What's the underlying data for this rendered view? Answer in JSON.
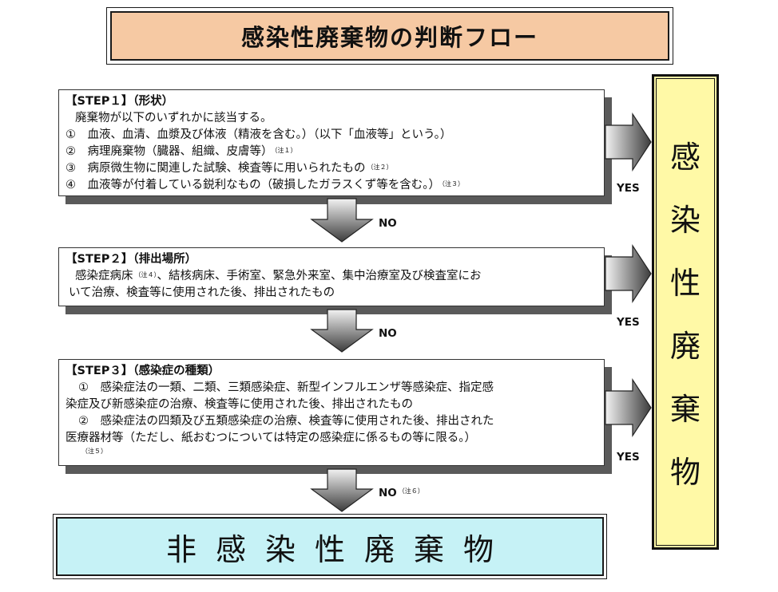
{
  "title": "感染性廃棄物の判断フロー",
  "step1": {
    "head_bracket": "【STEP１】",
    "head_name": "（形状）",
    "intro": "廃棄物が以下のいずれかに該当する。",
    "items": [
      {
        "text": "①　血液、血清、血漿及び体液（精液を含む。）（以下「血液等」という。）",
        "note": ""
      },
      {
        "text": "②　病理廃棄物（臓器、組織、皮膚等）",
        "note": "（注１）"
      },
      {
        "text": "③　病原微生物に関連した試験、検査等に用いられたもの",
        "note": "（注２）"
      },
      {
        "text": "④　血液等が付着している鋭利なもの（破損したガラスくず等を含む。）",
        "note": "（注３）"
      }
    ]
  },
  "step2": {
    "head_bracket": "【STEP２】",
    "head_name": "（排出場所）",
    "line1": "感染症病床",
    "line1_note": "（注４）",
    "line1_rest": "、結核病床、手術室、緊急外来室、集中治療室及び検査室にお",
    "line2": "いて治療、検査等に使用された後、排出されたもの"
  },
  "step3": {
    "head_bracket": "【STEP３】",
    "head_name": "（感染症の種類）",
    "lines": [
      "①　感染症法の一類、二類、三類感染症、新型インフルエンザ等感染症、指定感",
      "染症及び新感染症の治療、検査等に使用された後、排出されたもの",
      "②　感染症法の四類及び五類感染症の治療、検査等に使用された後、排出された",
      "医療器材等（ただし、紙おむつについては特定の感染症に係るもの等に限る。）"
    ],
    "note": "（注５）"
  },
  "labels": {
    "yes": "YES",
    "no": "NO",
    "no_note": "（注６）"
  },
  "result_infectious": [
    "感",
    "染",
    "性",
    "廃",
    "棄",
    "物"
  ],
  "result_non_infectious": "非感染性廃棄物",
  "colors": {
    "title_bg": "#f6c9a3",
    "result_bg": "#fff9a6",
    "bottom_bg": "#c6f2f6"
  }
}
